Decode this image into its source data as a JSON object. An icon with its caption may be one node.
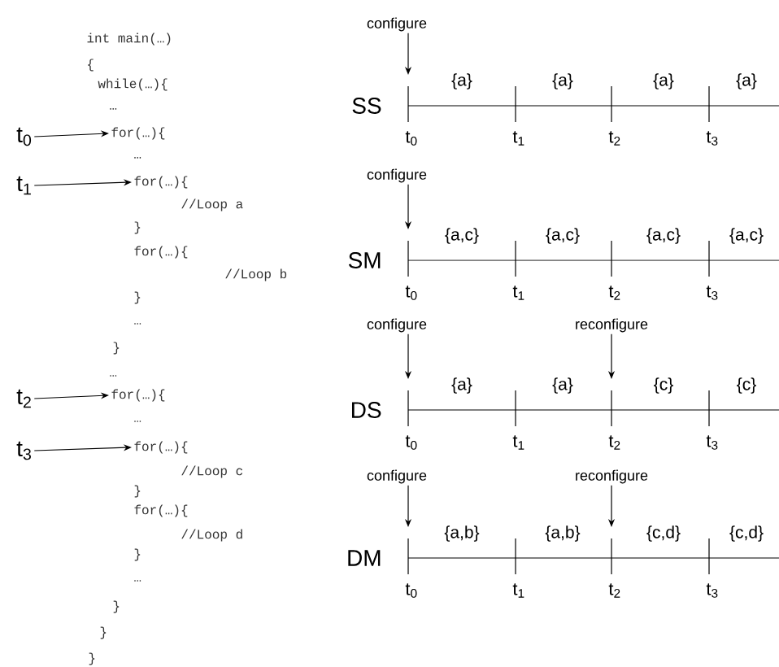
{
  "diagram": {
    "nodes": [
      {
        "text": [
          "t$_{0}$"
        ]
      },
      {
        "text": [
          "for(…){"
        ]
      },
      {
        "text": [
          "t$_{1}$"
        ]
      },
      {
        "text": [
          "for(…){"
        ]
      },
      {
        "text": [
          "t$_{2}$"
        ]
      },
      {
        "text": [
          "for(…){"
        ]
      },
      {
        "text": [
          "t$_{3}$"
        ]
      },
      {
        "text": [
          "for(…){"
        ]
      },
      {
        "text": [
          "configure"
        ]
      },
      {
        "text": [
          "configure"
        ]
      },
      {
        "text": [
          "configure"
        ]
      },
      {
        "text": [
          "reconfigure"
        ]
      },
      {
        "text": [
          "configure"
        ]
      },
      {
        "text": [
          "reconfigure"
        ]
      }
    ],
    "edges": [
      {
        "from": 0,
        "to": 1,
        "arrow": "to"
      },
      {
        "from": 2,
        "to": 3,
        "arrow": "to"
      },
      {
        "from": 4,
        "to": 5,
        "arrow": "to"
      },
      {
        "from": 6,
        "to": 7,
        "arrow": "to"
      },
      {
        "from": 8,
        "to": null,
        "arrow": "to"
      },
      {
        "from": 9,
        "to": null,
        "arrow": "to"
      },
      {
        "from": 10,
        "to": null,
        "arrow": "to"
      },
      {
        "from": 11,
        "to": null,
        "arrow": "to"
      },
      {
        "from": 12,
        "to": null,
        "arrow": "to"
      },
      {
        "from": 13,
        "to": null,
        "arrow": "to"
      }
    ],
    "labels": [
      "int main(…)",
      "{",
      "while(…){",
      "…",
      "…",
      "//Loop a",
      "}",
      "for(…){",
      "//Loop b",
      "}",
      "…",
      "}",
      "…",
      "…",
      "//Loop c",
      "}",
      "for(…){",
      "//Loop d",
      "}",
      "…",
      "}",
      "}",
      "}",
      "SS",
      "{a}",
      "{a}",
      "{a}",
      "{a}",
      "t$_{0}$",
      "t$_{1}$",
      "t$_{2}$",
      "t$_{3}$",
      "SM",
      "{a,c}",
      "{a,c}",
      "{a,c}",
      "{a,c}",
      "t$_{0}$",
      "t$_{1}$",
      "t$_{2}$",
      "t$_{3}$",
      "DS",
      "{a}",
      "{a}",
      "{c}",
      "{c}",
      "t$_{0}$",
      "t$_{1}$",
      "t$_{2}$",
      "t$_{3}$",
      "DM",
      "{a,b}",
      "{a,b}",
      "{c,d}",
      "{c,d}",
      "t$_{0}$",
      "t$_{1}$",
      "t$_{2}$",
      "t$_{3}$"
    ]
  }
}
